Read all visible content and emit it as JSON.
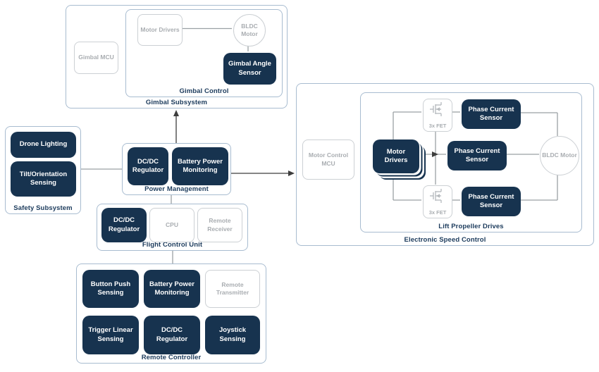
{
  "colors": {
    "dark_box": "#17334f",
    "group_border": "#a8bcd0",
    "light_box_border": "#ccd0d4",
    "light_box_text": "#a9adb1",
    "label_text": "#1c3b5c",
    "connector": "#9aa0a4",
    "arrow": "#3d3d3d"
  },
  "gimbal_subsystem": {
    "label": "Gimbal Subsystem",
    "gimbal_mcu": "Gimbal MCU",
    "gimbal_control": {
      "label": "Gimbal Control",
      "motor_drivers": "Motor Drivers",
      "bldc_motor": "BLDC Motor",
      "gimbal_angle_sensor": "Gimbal Angle Sensor"
    }
  },
  "safety_subsystem": {
    "label": "Safety Subsystem",
    "drone_lighting": "Drone Lighting",
    "tilt_orientation_sensing": "Tilt/Orientation Sensing"
  },
  "power_management": {
    "label": "Power Management",
    "dcdc_regulator": "DC/DC Regulator",
    "battery_power_monitoring": "Battery Power Monitoring"
  },
  "flight_control_unit": {
    "label": "Flight Control Unit",
    "dcdc_regulator": "DC/DC Regulator",
    "cpu": "CPU",
    "remote_receiver": "Remote Receiver"
  },
  "remote_controller": {
    "label": "Remote Controller",
    "button_push_sensing": "Button Push Sensing",
    "battery_power_monitoring": "Battery Power Monitoring",
    "remote_transmitter": "Remote Transmitter",
    "trigger_linear_sensing": "Trigger Linear Sensing",
    "dcdc_regulator": "DC/DC Regulator",
    "joystick_sensing": "Joystick Sensing"
  },
  "electronic_speed_control": {
    "label": "Electronic Speed Control",
    "motor_control_mcu": "Motor Control MCU",
    "lift_propeller_drives": {
      "label": "Lift Propeller Drives",
      "motor_drivers": "Motor Drivers",
      "fet_top": "3x FET",
      "fet_bottom": "3x FET",
      "phase_current_sensor_top": "Phase Current Sensor",
      "phase_current_sensor_mid": "Phase Current Sensor",
      "phase_current_sensor_bottom": "Phase Current Sensor",
      "bldc_motor": "BLDC Motor"
    }
  }
}
